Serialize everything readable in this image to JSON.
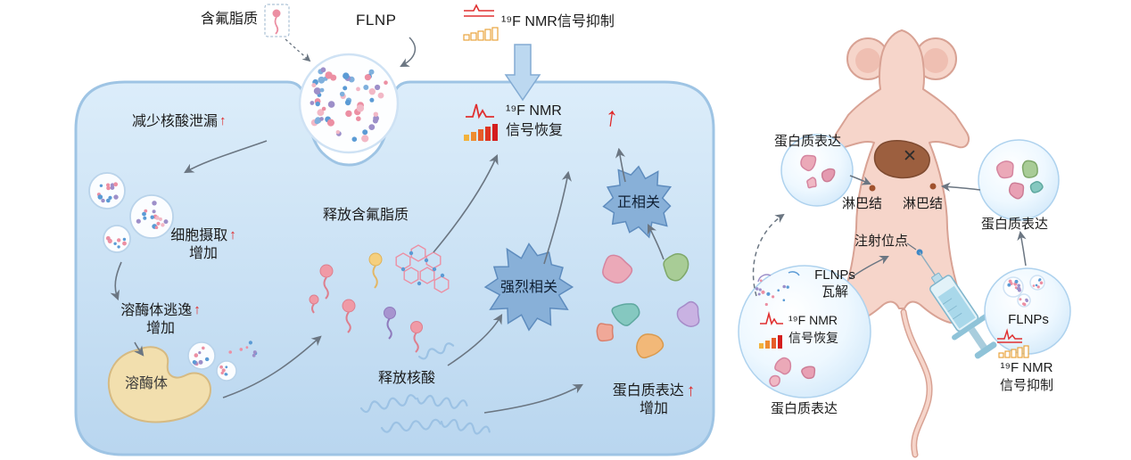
{
  "figure": {
    "legend_fluorolipid": "含氟脂质",
    "flnp_title": "FLNP",
    "nmr_suppression_top": "¹⁹F NMR信号抑制",
    "cell": {
      "reduce_leakage": "减少核酸泄漏",
      "uptake_line1": "细胞摄取",
      "uptake_line2": "增加",
      "lysosome_escape_line1": "溶酶体逃逸",
      "lysosome_escape_line2": "增加",
      "lysosome": "溶酶体",
      "release_fluorolipid": "释放含氟脂质",
      "nmr_recovery": "¹⁹F NMR\n信号恢复",
      "strong_correlation": "强烈相关",
      "positive_correlation": "正相关",
      "release_nucleic_acid": "释放核酸",
      "protein_expression_line1": "蛋白质表达",
      "protein_expression_line2": "增加"
    },
    "mouse": {
      "protein_expression_topleft": "蛋白质表达",
      "lymph_node_left": "淋巴结",
      "lymph_node_right": "淋巴结",
      "protein_expression_topright": "蛋白质表达",
      "injection_site": "注射位点",
      "flnps_disintegration": "FLNPs\n瓦解",
      "nmr_recovery": "¹⁹F NMR\n信号恢复",
      "protein_expression_bottom": "蛋白质表达",
      "flnps": "FLNPs",
      "nmr_suppression": "¹⁹F NMR\n信号抑制"
    },
    "icons": {
      "up_arrow": "↑",
      "cross": "✕"
    },
    "colors": {
      "cell_fill_top": "#dcedfa",
      "cell_fill_bottom": "#b9d6ef",
      "membrane": "#9ec4e4",
      "starburst_fill": "#88b0d8",
      "red_accent": "#e02525",
      "bar_orange": "#e8a43c",
      "mouse_body": "#f6d5ca",
      "liver": "#9c5f3f",
      "lysosome_fill": "#f2dfae"
    }
  }
}
